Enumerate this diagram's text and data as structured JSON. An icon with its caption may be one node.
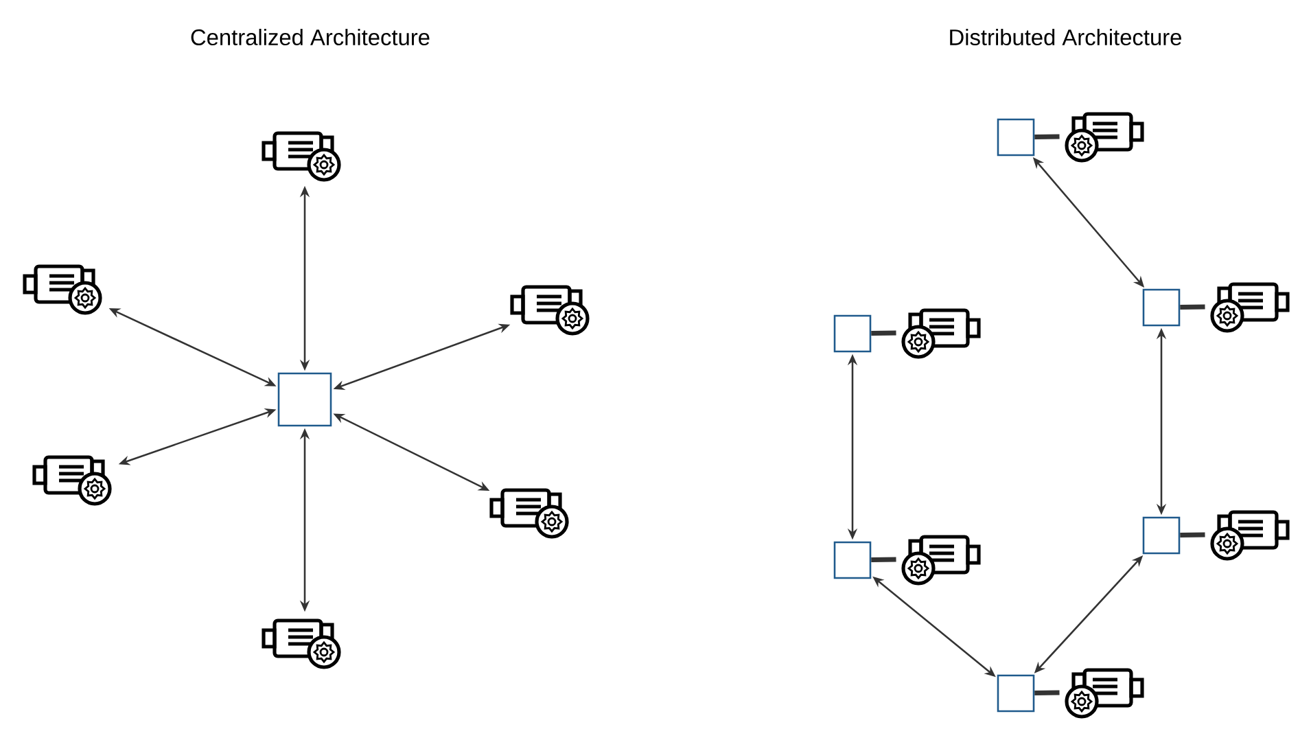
{
  "diagram": {
    "nodes": [
      {
        "text": [],
        "shape": "box"
      },
      {
        "text": [],
        "shape": "picture"
      },
      {
        "text": [],
        "shape": "picture"
      },
      {
        "text": [],
        "shape": "picture"
      },
      {
        "text": [],
        "shape": "picture"
      },
      {
        "text": [],
        "shape": "picture"
      },
      {
        "text": [],
        "shape": "picture"
      },
      {
        "text": [],
        "shape": "box"
      },
      {
        "text": [],
        "shape": "picture"
      },
      {
        "text": [],
        "shape": "box"
      },
      {
        "text": [],
        "shape": "picture"
      },
      {
        "text": [],
        "shape": "box"
      },
      {
        "text": [],
        "shape": "picture"
      },
      {
        "text": [],
        "shape": "box"
      },
      {
        "text": [],
        "shape": "picture"
      },
      {
        "text": [],
        "shape": "box"
      },
      {
        "text": [],
        "shape": "picture"
      },
      {
        "text": [],
        "shape": "box"
      },
      {
        "text": [],
        "shape": "picture"
      }
    ],
    "edges": [
      {
        "from": 0,
        "to": 1,
        "arrow": "both"
      },
      {
        "from": 0,
        "to": 2,
        "arrow": "both"
      },
      {
        "from": 0,
        "to": 3,
        "arrow": "both"
      },
      {
        "from": 0,
        "to": 4,
        "arrow": "both"
      },
      {
        "from": 0,
        "to": 5,
        "arrow": "both"
      },
      {
        "from": 0,
        "to": 6,
        "arrow": "both"
      },
      {
        "from": 7,
        "to": 9,
        "arrow": "both"
      },
      {
        "from": 9,
        "to": 13,
        "arrow": "both"
      },
      {
        "from": 13,
        "to": 17,
        "arrow": "both"
      },
      {
        "from": 17,
        "to": 15,
        "arrow": "both"
      },
      {
        "from": 15,
        "to": 11,
        "arrow": "both"
      },
      {
        "from": 7,
        "to": 8,
        "arrow": "none",
        "style": "thick"
      },
      {
        "from": 9,
        "to": 10,
        "arrow": "none",
        "style": "thick"
      },
      {
        "from": 11,
        "to": 12,
        "arrow": "none",
        "style": "thick"
      },
      {
        "from": 13,
        "to": 14,
        "arrow": "none",
        "style": "thick"
      },
      {
        "from": 15,
        "to": 16,
        "arrow": "none",
        "style": "thick"
      },
      {
        "from": 17,
        "to": 18,
        "arrow": "none",
        "style": "thick"
      }
    ],
    "labels": [
      "Centralized Architecture",
      "Distributed Architecture"
    ]
  }
}
